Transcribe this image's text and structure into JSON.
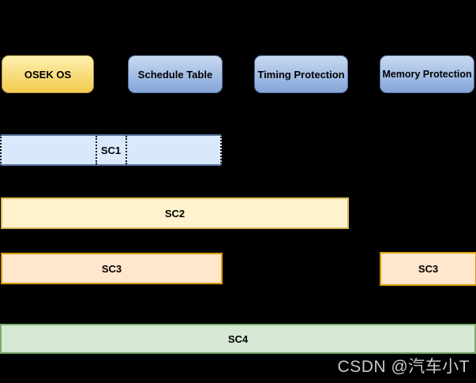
{
  "diagram": {
    "description": "OSEK/AUTOSAR OS scalability classes diagram",
    "feature_boxes": [
      {
        "id": "osek",
        "label": "OSEK OS"
      },
      {
        "id": "schedule",
        "label": "Schedule Table"
      },
      {
        "id": "timing",
        "label": "Timing Protection"
      },
      {
        "id": "memory",
        "label": "Memory Protection"
      }
    ],
    "scalability_bars": [
      {
        "id": "sc1",
        "label": "SC1",
        "covers": [
          "OSEK OS",
          "Schedule Table"
        ]
      },
      {
        "id": "sc2",
        "label": "SC2",
        "covers": [
          "OSEK OS",
          "Schedule Table",
          "Timing Protection"
        ]
      },
      {
        "id": "sc3-left",
        "label": "SC3",
        "covers": [
          "OSEK OS",
          "Schedule Table"
        ]
      },
      {
        "id": "sc3-right",
        "label": "SC3",
        "covers": [
          "Memory Protection"
        ]
      },
      {
        "id": "sc4",
        "label": "SC4",
        "covers": [
          "OSEK OS",
          "Schedule Table",
          "Timing Protection",
          "Memory Protection"
        ]
      }
    ],
    "colors": {
      "background": "#000000",
      "yellow_box_top": "#fff0b0",
      "yellow_box_bottom": "#f1cb4e",
      "yellow_box_border": "#b3933c",
      "blue_box_top": "#c9daf0",
      "blue_box_bottom": "#84a5d9",
      "blue_box_border": "#54719c",
      "sc1_fill": "#dae8fc",
      "sc1_border": "#53719a",
      "sc2_fill": "#fff2cc",
      "sc2_border": "#d6b656",
      "sc3_fill": "#ffe6cc",
      "sc3_border": "#d79b00",
      "sc4_fill": "#d5e8d4",
      "sc4_border": "#7da96d",
      "watermark_text": "#c9c9c9"
    },
    "watermark": "CSDN @汽车小T"
  }
}
